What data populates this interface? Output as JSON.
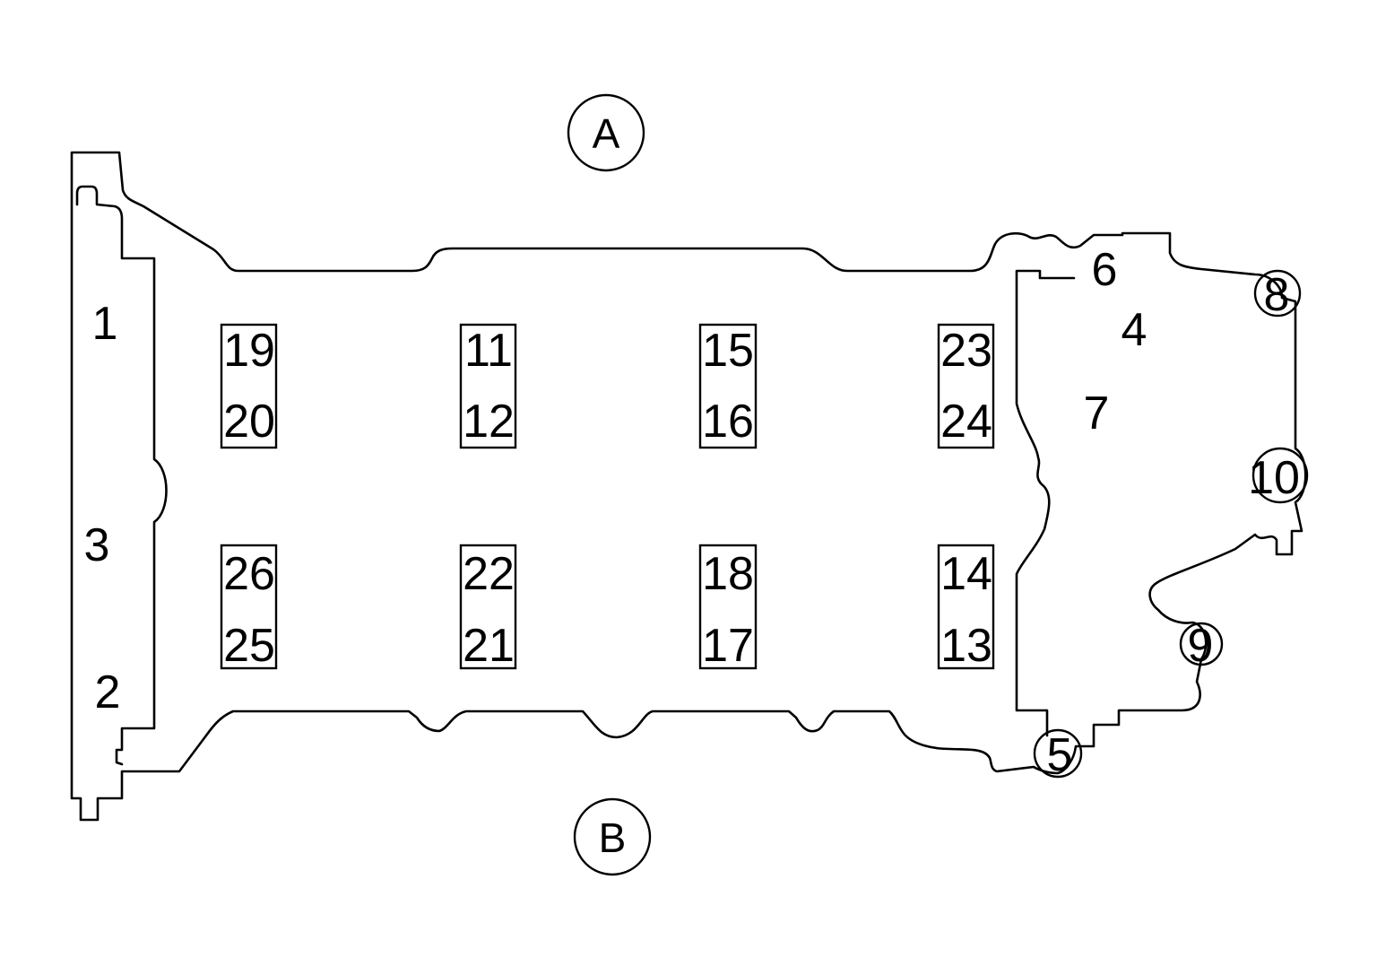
{
  "view_labels": {
    "top": "A",
    "bottom": "B"
  },
  "numbers": {
    "n1": "1",
    "n2": "2",
    "n3": "3",
    "n4": "4",
    "n5": "5",
    "n6": "6",
    "n7": "7",
    "n8": "8",
    "n9": "9",
    "n10": "10",
    "n11": "11",
    "n12": "12",
    "n13": "13",
    "n14": "14",
    "n15": "15",
    "n16": "16",
    "n17": "17",
    "n18": "18",
    "n19": "19",
    "n20": "20",
    "n21": "21",
    "n22": "22",
    "n23": "23",
    "n24": "24",
    "n25": "25",
    "n26": "26"
  }
}
